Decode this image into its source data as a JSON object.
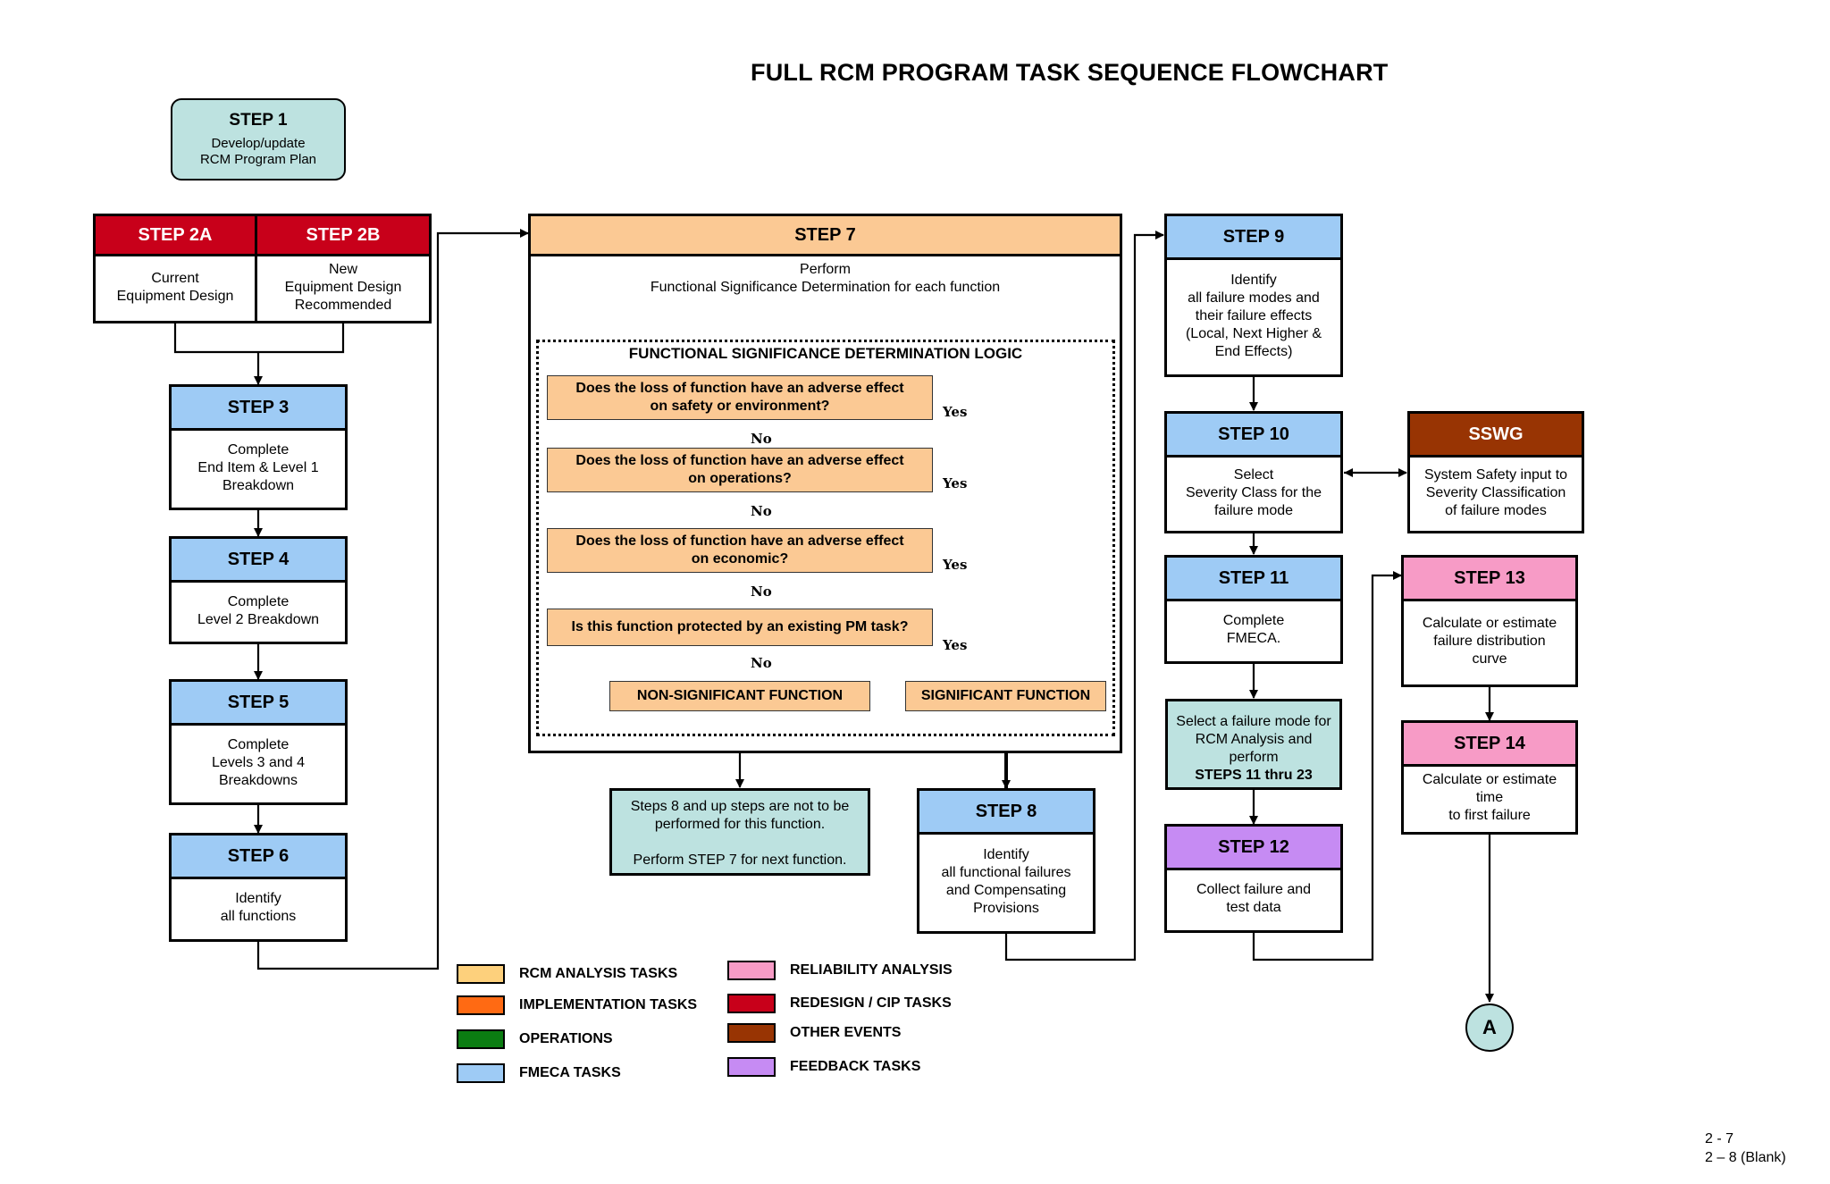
{
  "title": "FULL RCM PROGRAM TASK SEQUENCE FLOWCHART",
  "step1": {
    "label": "STEP 1",
    "lines": [
      "Develop/update",
      "RCM Program Plan"
    ]
  },
  "step2a": {
    "label": "STEP 2A",
    "lines": [
      "Current",
      "Equipment Design"
    ]
  },
  "step2b": {
    "label": "STEP 2B",
    "lines": [
      "New",
      "Equipment Design",
      "Recommended"
    ]
  },
  "step3": {
    "label": "STEP 3",
    "lines": [
      "Complete",
      "End Item &  Level 1",
      "Breakdown"
    ]
  },
  "step4": {
    "label": "STEP 4",
    "lines": [
      "Complete",
      "Level 2 Breakdown"
    ]
  },
  "step5": {
    "label": "STEP 5",
    "lines": [
      "Complete",
      "Levels 3 and 4",
      "Breakdowns"
    ]
  },
  "step6": {
    "label": "STEP 6",
    "lines": [
      "Identify",
      "all functions"
    ]
  },
  "step7": {
    "label": "STEP 7",
    "lines": [
      "Perform",
      "Functional Significance Determination for each function"
    ]
  },
  "fsd": {
    "title": "FUNCTIONAL SIGNIFICANCE DETERMINATION LOGIC",
    "questions": [
      [
        "Does the loss of function have an adverse effect",
        "on safety or environment?"
      ],
      [
        "Does the loss of function have an adverse effect",
        "on operations?"
      ],
      [
        "Does the loss of function have an adverse effect",
        "on economic?"
      ],
      [
        "Is this function protected by an existing PM task?"
      ]
    ],
    "yes": "Yes",
    "no": "No",
    "non_significant": "NON-SIGNIFICANT FUNCTION",
    "significant": "SIGNIFICANT FUNCTION"
  },
  "note": {
    "lines": [
      "Steps 8 and up steps are not to be",
      "performed for this function."
    ],
    "line2": "Perform STEP 7 for next function."
  },
  "step8": {
    "label": "STEP 8",
    "lines": [
      "Identify",
      "all functional failures",
      "and Compensating",
      "Provisions"
    ]
  },
  "step9": {
    "label": "STEP 9",
    "lines": [
      "Identify",
      "all failure modes and",
      "their failure effects",
      "(Local, Next Higher &",
      "End Effects)"
    ]
  },
  "step10": {
    "label": "STEP 10",
    "lines": [
      "Select",
      "Severity Class for the",
      "failure mode"
    ]
  },
  "sswg": {
    "label": "SSWG",
    "lines": [
      "System Safety input to",
      "Severity Classification",
      "of failure modes"
    ]
  },
  "step11": {
    "label": "STEP 11",
    "lines": [
      "Complete",
      "FMECA."
    ]
  },
  "select_box": {
    "lines": [
      "Select a failure mode for",
      "RCM Analysis and",
      "perform"
    ],
    "bold": "STEPS 11 thru 23"
  },
  "step12": {
    "label": "STEP 12",
    "lines": [
      "Collect failure and",
      "test data"
    ]
  },
  "step13": {
    "label": "STEP 13",
    "lines": [
      "Calculate or estimate",
      "failure distribution",
      "curve"
    ]
  },
  "step14": {
    "label": "STEP 14",
    "lines": [
      "Calculate or estimate time",
      "to first failure"
    ]
  },
  "connector": "A",
  "legend": [
    {
      "label": "RCM ANALYSIS TASKS",
      "color": "#fdd07c"
    },
    {
      "label": "IMPLEMENTATION TASKS",
      "color": "#ff6a13"
    },
    {
      "label": "OPERATIONS",
      "color": "#0b7d12"
    },
    {
      "label": "FMECA TASKS",
      "color": "#9ecbf5"
    },
    {
      "label": "RELIABILITY ANALYSIS",
      "color": "#f79bc6"
    },
    {
      "label": "REDESIGN / CIP TASKS",
      "color": "#c8001a"
    },
    {
      "label": "OTHER EVENTS",
      "color": "#983403"
    },
    {
      "label": "FEEDBACK TASKS",
      "color": "#c68bf3"
    }
  ],
  "page_numbers": [
    "2 - 7",
    "2 – 8 (Blank)"
  ]
}
